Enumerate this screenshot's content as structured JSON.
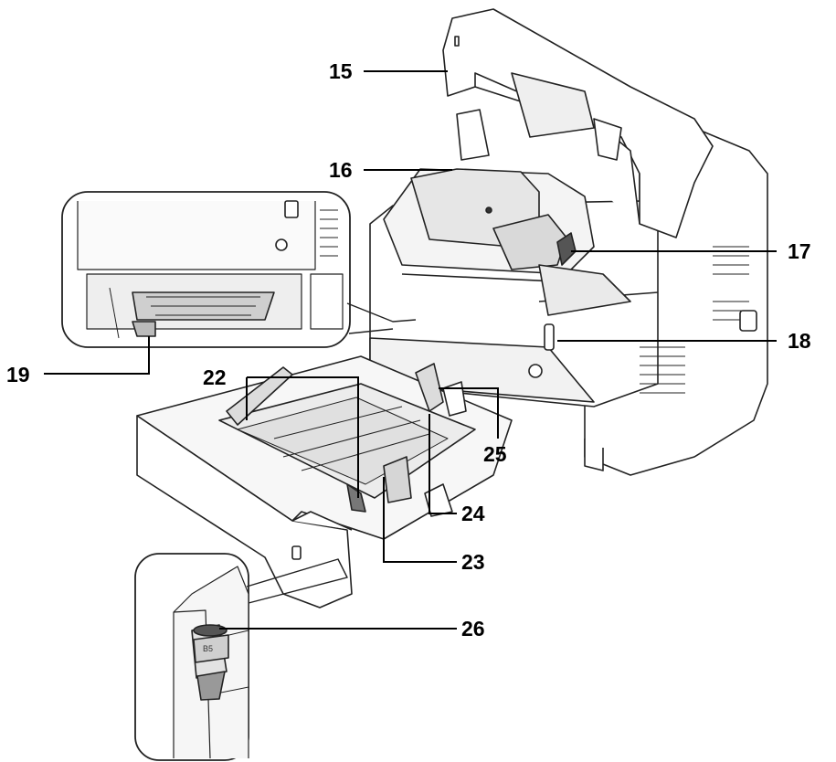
{
  "callouts": [
    {
      "id": "15",
      "label": "15"
    },
    {
      "id": "16",
      "label": "16"
    },
    {
      "id": "17",
      "label": "17"
    },
    {
      "id": "18",
      "label": "18"
    },
    {
      "id": "19",
      "label": "19"
    },
    {
      "id": "22",
      "label": "22"
    },
    {
      "id": "23",
      "label": "23"
    },
    {
      "id": "24",
      "label": "24"
    },
    {
      "id": "25",
      "label": "25"
    },
    {
      "id": "26",
      "label": "26"
    }
  ],
  "dial_label": "B5"
}
